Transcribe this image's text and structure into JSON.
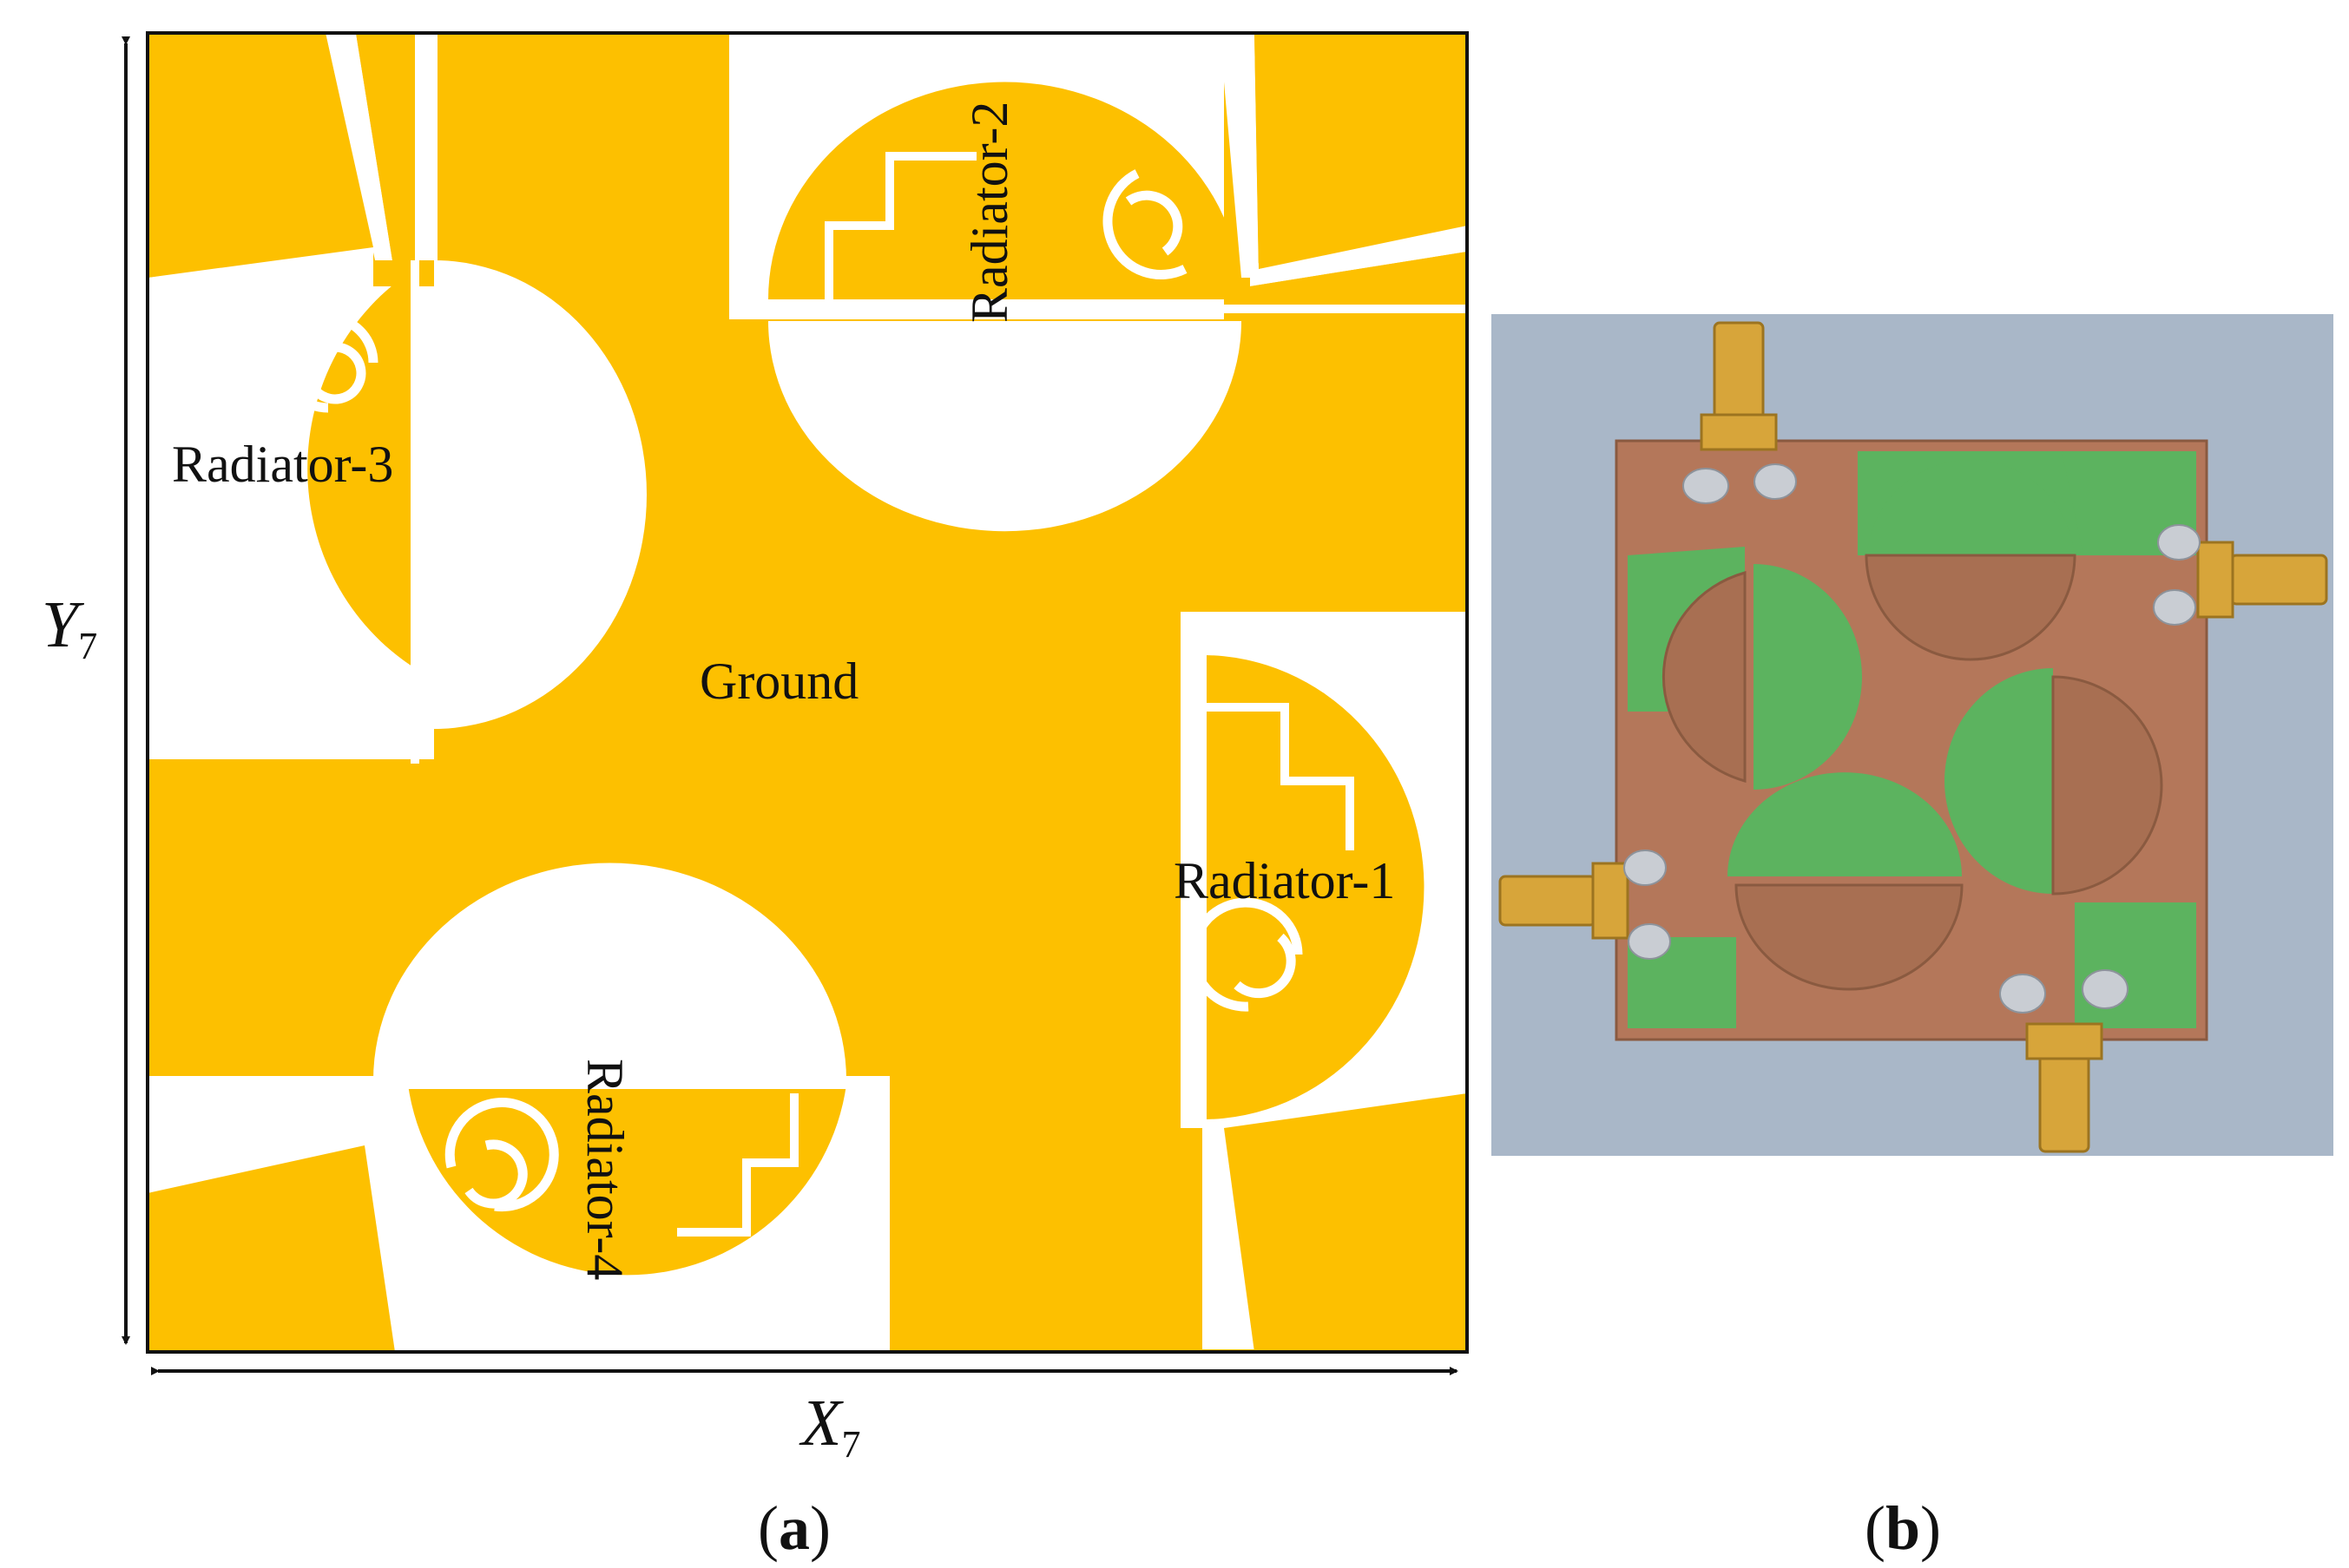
{
  "colors": {
    "copper_layer": "#FDC000",
    "substrate": "#FFFFFF",
    "outline": "#111111",
    "photo_background": "#A9B7C8",
    "photo_copper": "#B4775A",
    "photo_substrate": "#5CB35F",
    "photo_connector": "#D7A53A"
  },
  "panel_a": {
    "labels": {
      "radiator_1": "Radiator-1",
      "radiator_2": "Radiator-2",
      "radiator_3": "Radiator-3",
      "radiator_4": "Radiator-4",
      "ground": "Ground"
    },
    "axis_x": {
      "symbol": "X",
      "subscript": "7"
    },
    "axis_y": {
      "symbol": "Y",
      "subscript": "7"
    },
    "caption": {
      "open": "(",
      "letter": "a",
      "close": ")"
    }
  },
  "panel_b": {
    "caption": {
      "open": "(",
      "letter": "b",
      "close": ")"
    },
    "photo_icon": "fabricated-mimo-antenna-photo"
  }
}
